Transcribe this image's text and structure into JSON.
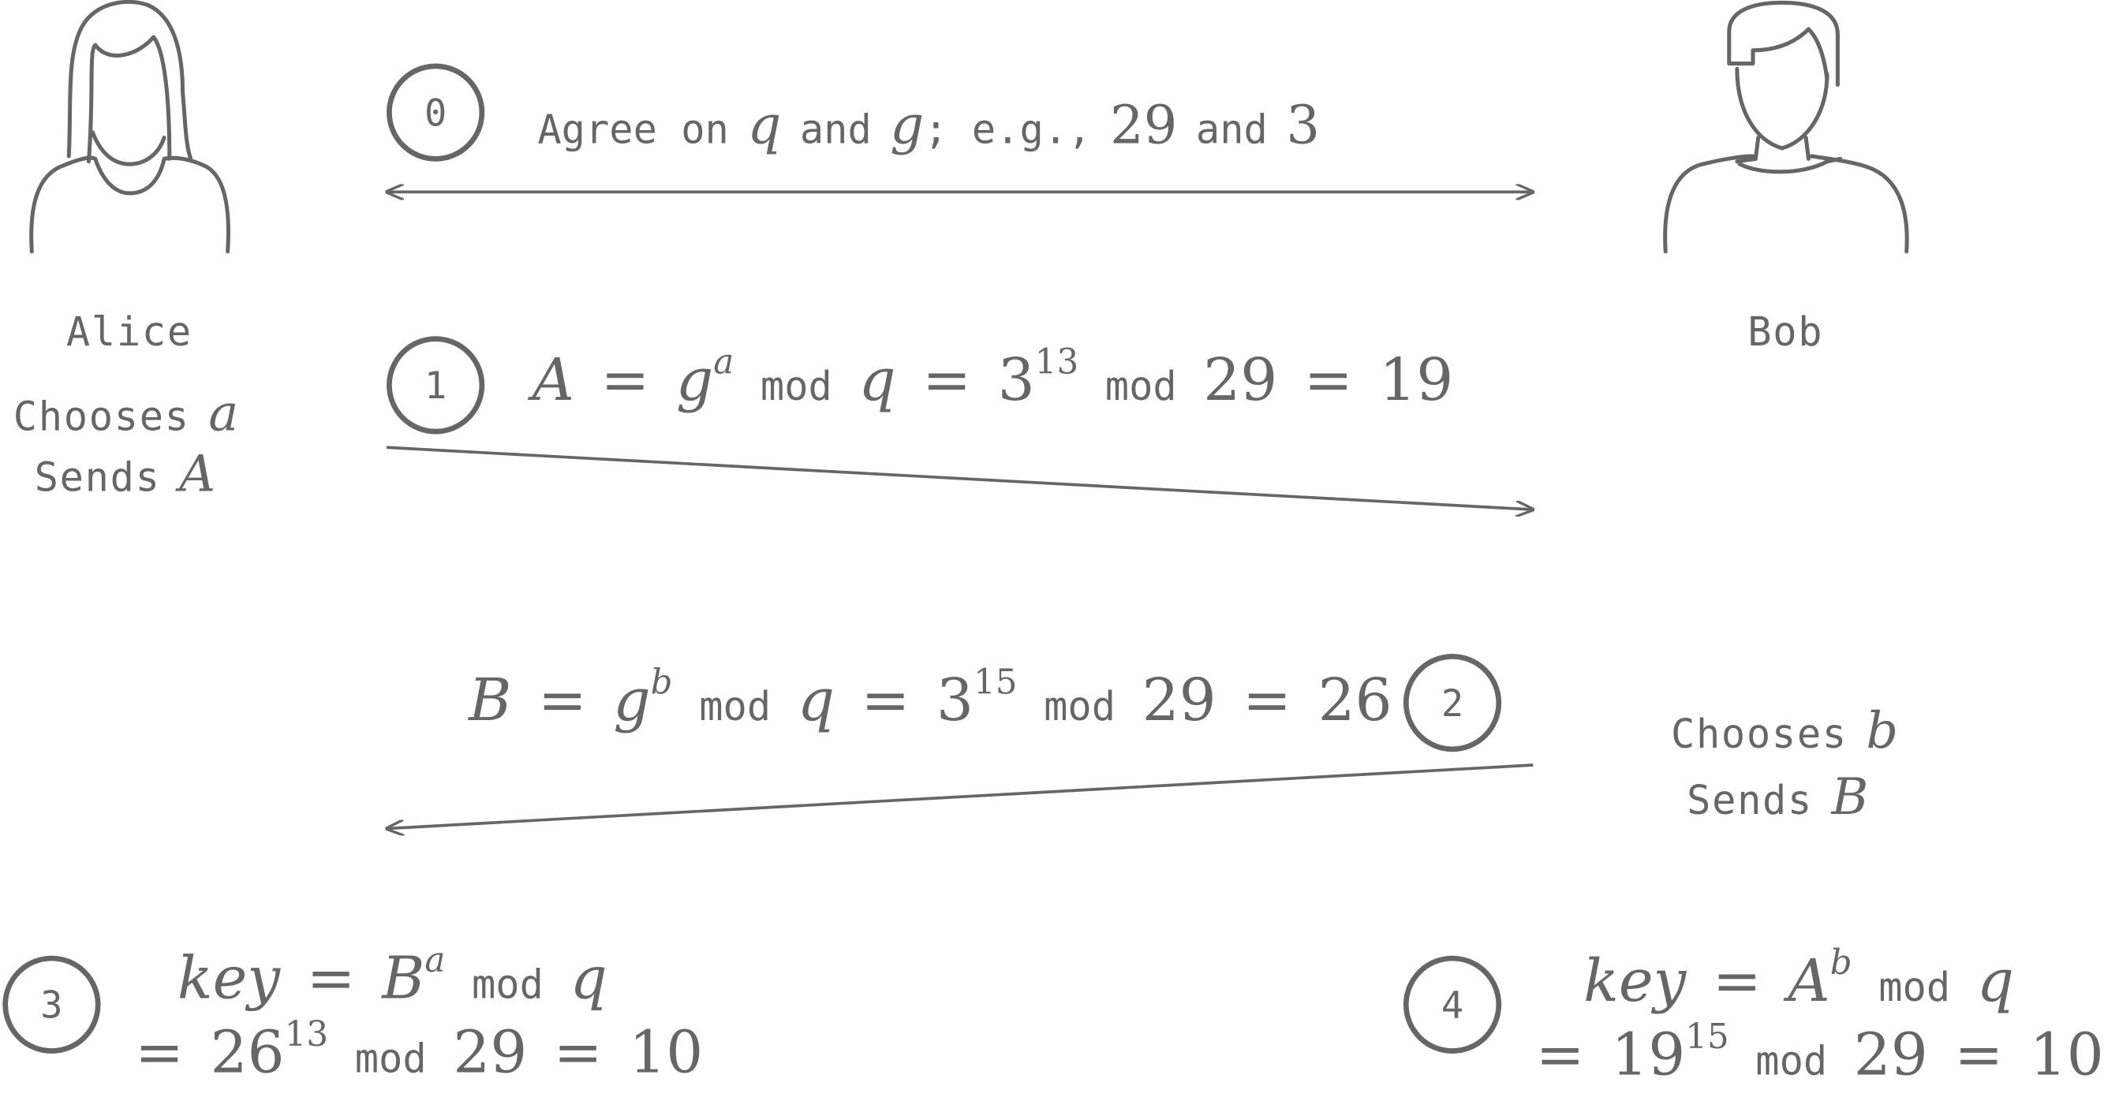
{
  "participants": {
    "alice": {
      "name": "Alice",
      "icon": "female-person-icon"
    },
    "bob": {
      "name": "Bob",
      "icon": "male-person-icon"
    }
  },
  "alice_action": {
    "line1_text": "Chooses",
    "line1_var": "a",
    "line2_text": "Sends",
    "line2_var": "A"
  },
  "bob_action": {
    "line1_text": "Chooses",
    "line1_var": "b",
    "line2_text": "Sends",
    "line2_var": "B"
  },
  "steps": [
    {
      "number": "0",
      "direction": "both",
      "parts": {
        "t1": "Agree on",
        "v1": "q",
        "t2": "and",
        "v2": "g",
        "t3": "; e.g.,",
        "n1": "29",
        "t4": "and",
        "n2": "3"
      }
    },
    {
      "number": "1",
      "direction": "alice-to-bob",
      "parts": {
        "lhs": "A",
        "eq1": "=",
        "base": "g",
        "exp": "a",
        "mod1": "mod",
        "m": "q",
        "eq2": "=",
        "nbase": "3",
        "nexp": "13",
        "mod2": "mod",
        "nmod": "29",
        "eq3": "=",
        "result": "19"
      }
    },
    {
      "number": "2",
      "direction": "bob-to-alice",
      "parts": {
        "lhs": "B",
        "eq1": "=",
        "base": "g",
        "exp": "b",
        "mod1": "mod",
        "m": "q",
        "eq2": "=",
        "nbase": "3",
        "nexp": "15",
        "mod2": "mod",
        "nmod": "29",
        "eq3": "=",
        "result": "26"
      }
    },
    {
      "number": "3",
      "owner": "alice",
      "line1": {
        "key": "key",
        "eq": "=",
        "base": "B",
        "exp": "a",
        "mod": "mod",
        "m": "q"
      },
      "line2": {
        "eq": "=",
        "nbase": "26",
        "nexp": "13",
        "mod": "mod",
        "nmod": "29",
        "eq2": "=",
        "result": "10"
      }
    },
    {
      "number": "4",
      "owner": "bob",
      "line1": {
        "key": "key",
        "eq": "=",
        "base": "A",
        "exp": "b",
        "mod": "mod",
        "m": "q"
      },
      "line2": {
        "eq": "=",
        "nbase": "19",
        "nexp": "15",
        "mod": "mod",
        "nmod": "29",
        "eq2": "=",
        "result": "10"
      }
    }
  ],
  "colors": {
    "stroke": "#666666",
    "background": "#ffffff"
  }
}
